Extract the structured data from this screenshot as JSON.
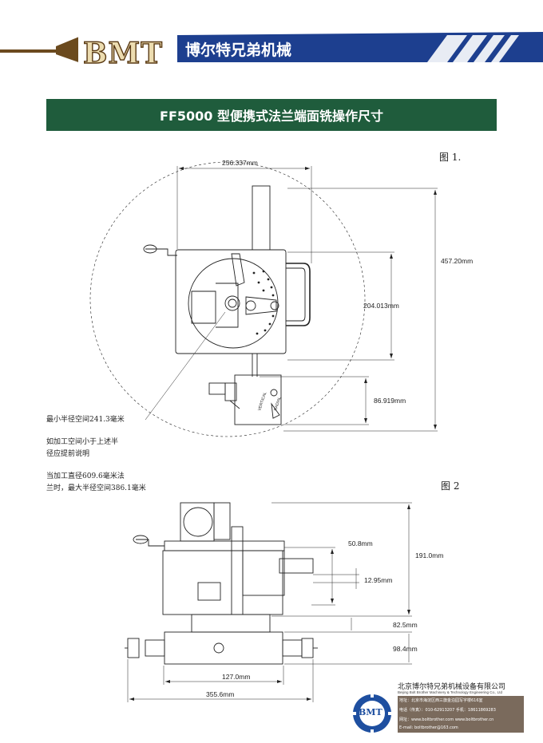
{
  "header": {
    "logo": "BMT",
    "company": "博尔特兄弟机械",
    "colors": {
      "stripe_blue": "#1d3f8f",
      "brand_brown": "#7a5a2c"
    }
  },
  "title": "FF5000 型便携式法兰端面铣操作尺寸",
  "figure1": {
    "label": "图 1.",
    "dims": {
      "width_top": "256.337mm",
      "height_total": "457.20mm",
      "height_mid": "204.013mm",
      "height_lower": "86.919mm"
    },
    "slide_labels": {
      "vertical": "VERTICAL",
      "radial": "RADIAL"
    },
    "notes": [
      "最小半径空间241.3毫米",
      "如加工空间小于上述半",
      "径应提前说明",
      "当加工直径609.6毫米法",
      "兰时，最大半径空间386.1毫米"
    ]
  },
  "figure2": {
    "label": "图 2",
    "dims": {
      "d_50_8": "50.8mm",
      "d_191": "191.0mm",
      "d_12_95": "12.95mm",
      "d_82_5": "82.5mm",
      "d_98_4": "98.4mm",
      "d_127": "127.0mm",
      "d_355_6": "355.6mm"
    }
  },
  "footer": {
    "company_cn": "北京博尔特兄弟机械设备有限公司",
    "company_en": "Beijing Bolt Brother Machinery & Technology Engineering Co., Ltd",
    "lines": [
      "地址：北京市海淀区西三旗金泊园写字楼616室",
      "电话（传真）：010-62913207    手机：18611869283",
      "网址：www.boltbrother.com    www.boltbrother.cn",
      "E-mail: boltbrother@163.com"
    ],
    "logo": "BMT"
  }
}
